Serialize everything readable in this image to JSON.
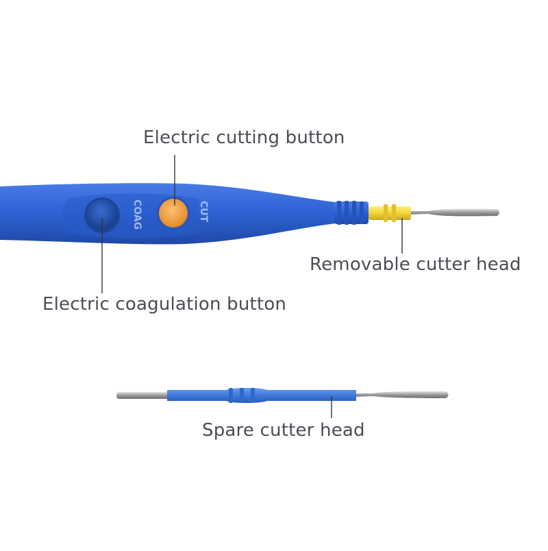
{
  "labels": {
    "cutting_button": "Electric cutting button",
    "removable_head": "Removable cutter head",
    "coag_button": "Electric coagulation button",
    "spare_head": "Spare cutter head"
  },
  "device": {
    "coag_text": "COAG",
    "cut_text": "CUT"
  },
  "colors": {
    "body_blue": "#2f63d6",
    "coag_button": "#1f4ea8",
    "cut_button": "#f0a040",
    "collar_yellow": "#f2d43a",
    "metal": "#a8a8a8",
    "text": "#4a4d55"
  },
  "icons": {
    "pencil": "electrosurgical-pencil-illustration",
    "spare": "spare-electrode-illustration"
  }
}
